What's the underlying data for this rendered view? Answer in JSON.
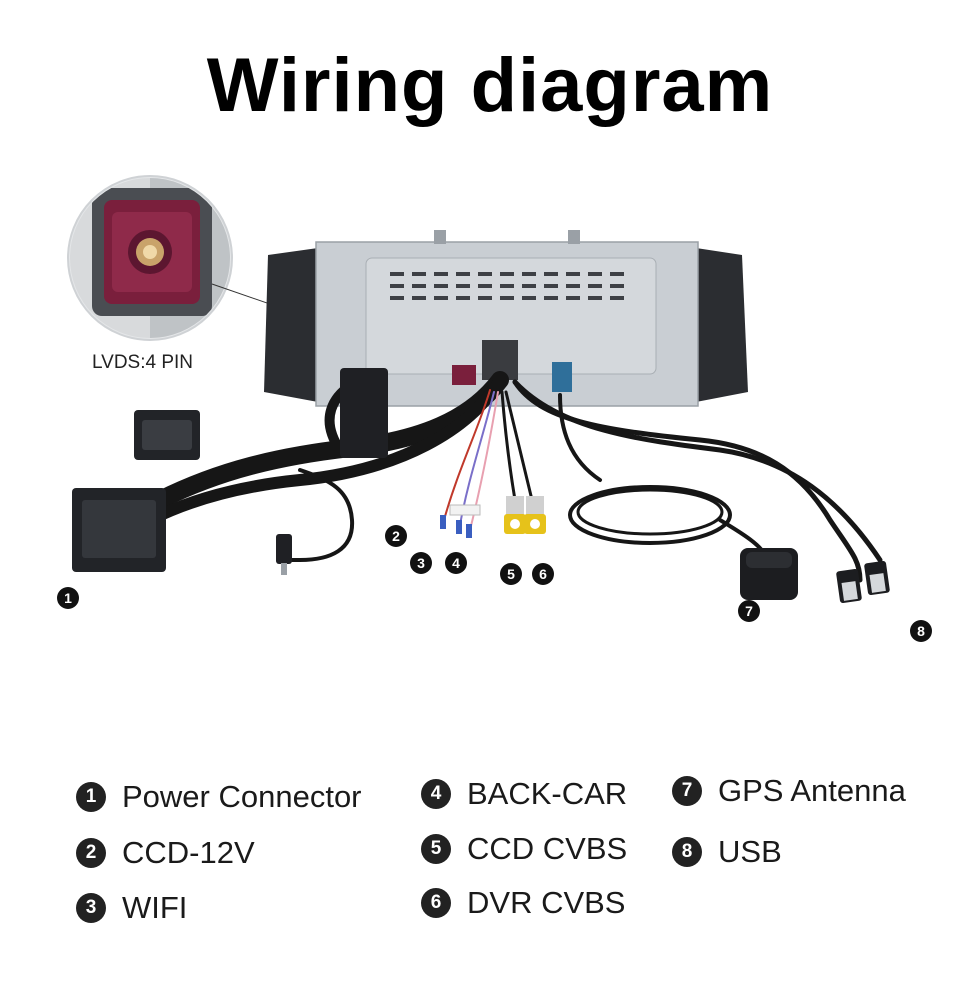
{
  "title": "Wiring diagram",
  "inset": {
    "label": "LVDS:4 PIN"
  },
  "markers": [
    "1",
    "2",
    "3",
    "4",
    "5",
    "6",
    "7",
    "8"
  ],
  "legend": [
    {
      "num": "1",
      "label": "Power Connector"
    },
    {
      "num": "2",
      "label": "CCD-12V"
    },
    {
      "num": "3",
      "label": "WIFI"
    },
    {
      "num": "4",
      "label": "BACK-CAR"
    },
    {
      "num": "5",
      "label": "CCD CVBS"
    },
    {
      "num": "6",
      "label": "DVR CVBS"
    },
    {
      "num": "7",
      "label": "GPS Antenna"
    },
    {
      "num": "8",
      "label": "USB"
    }
  ],
  "colors": {
    "cable": "#161616",
    "lvds_connector": "#7a1f3c",
    "unit_metal": "#c9ced3",
    "rca_plug": "#e6c21a",
    "marker": "#111111"
  }
}
